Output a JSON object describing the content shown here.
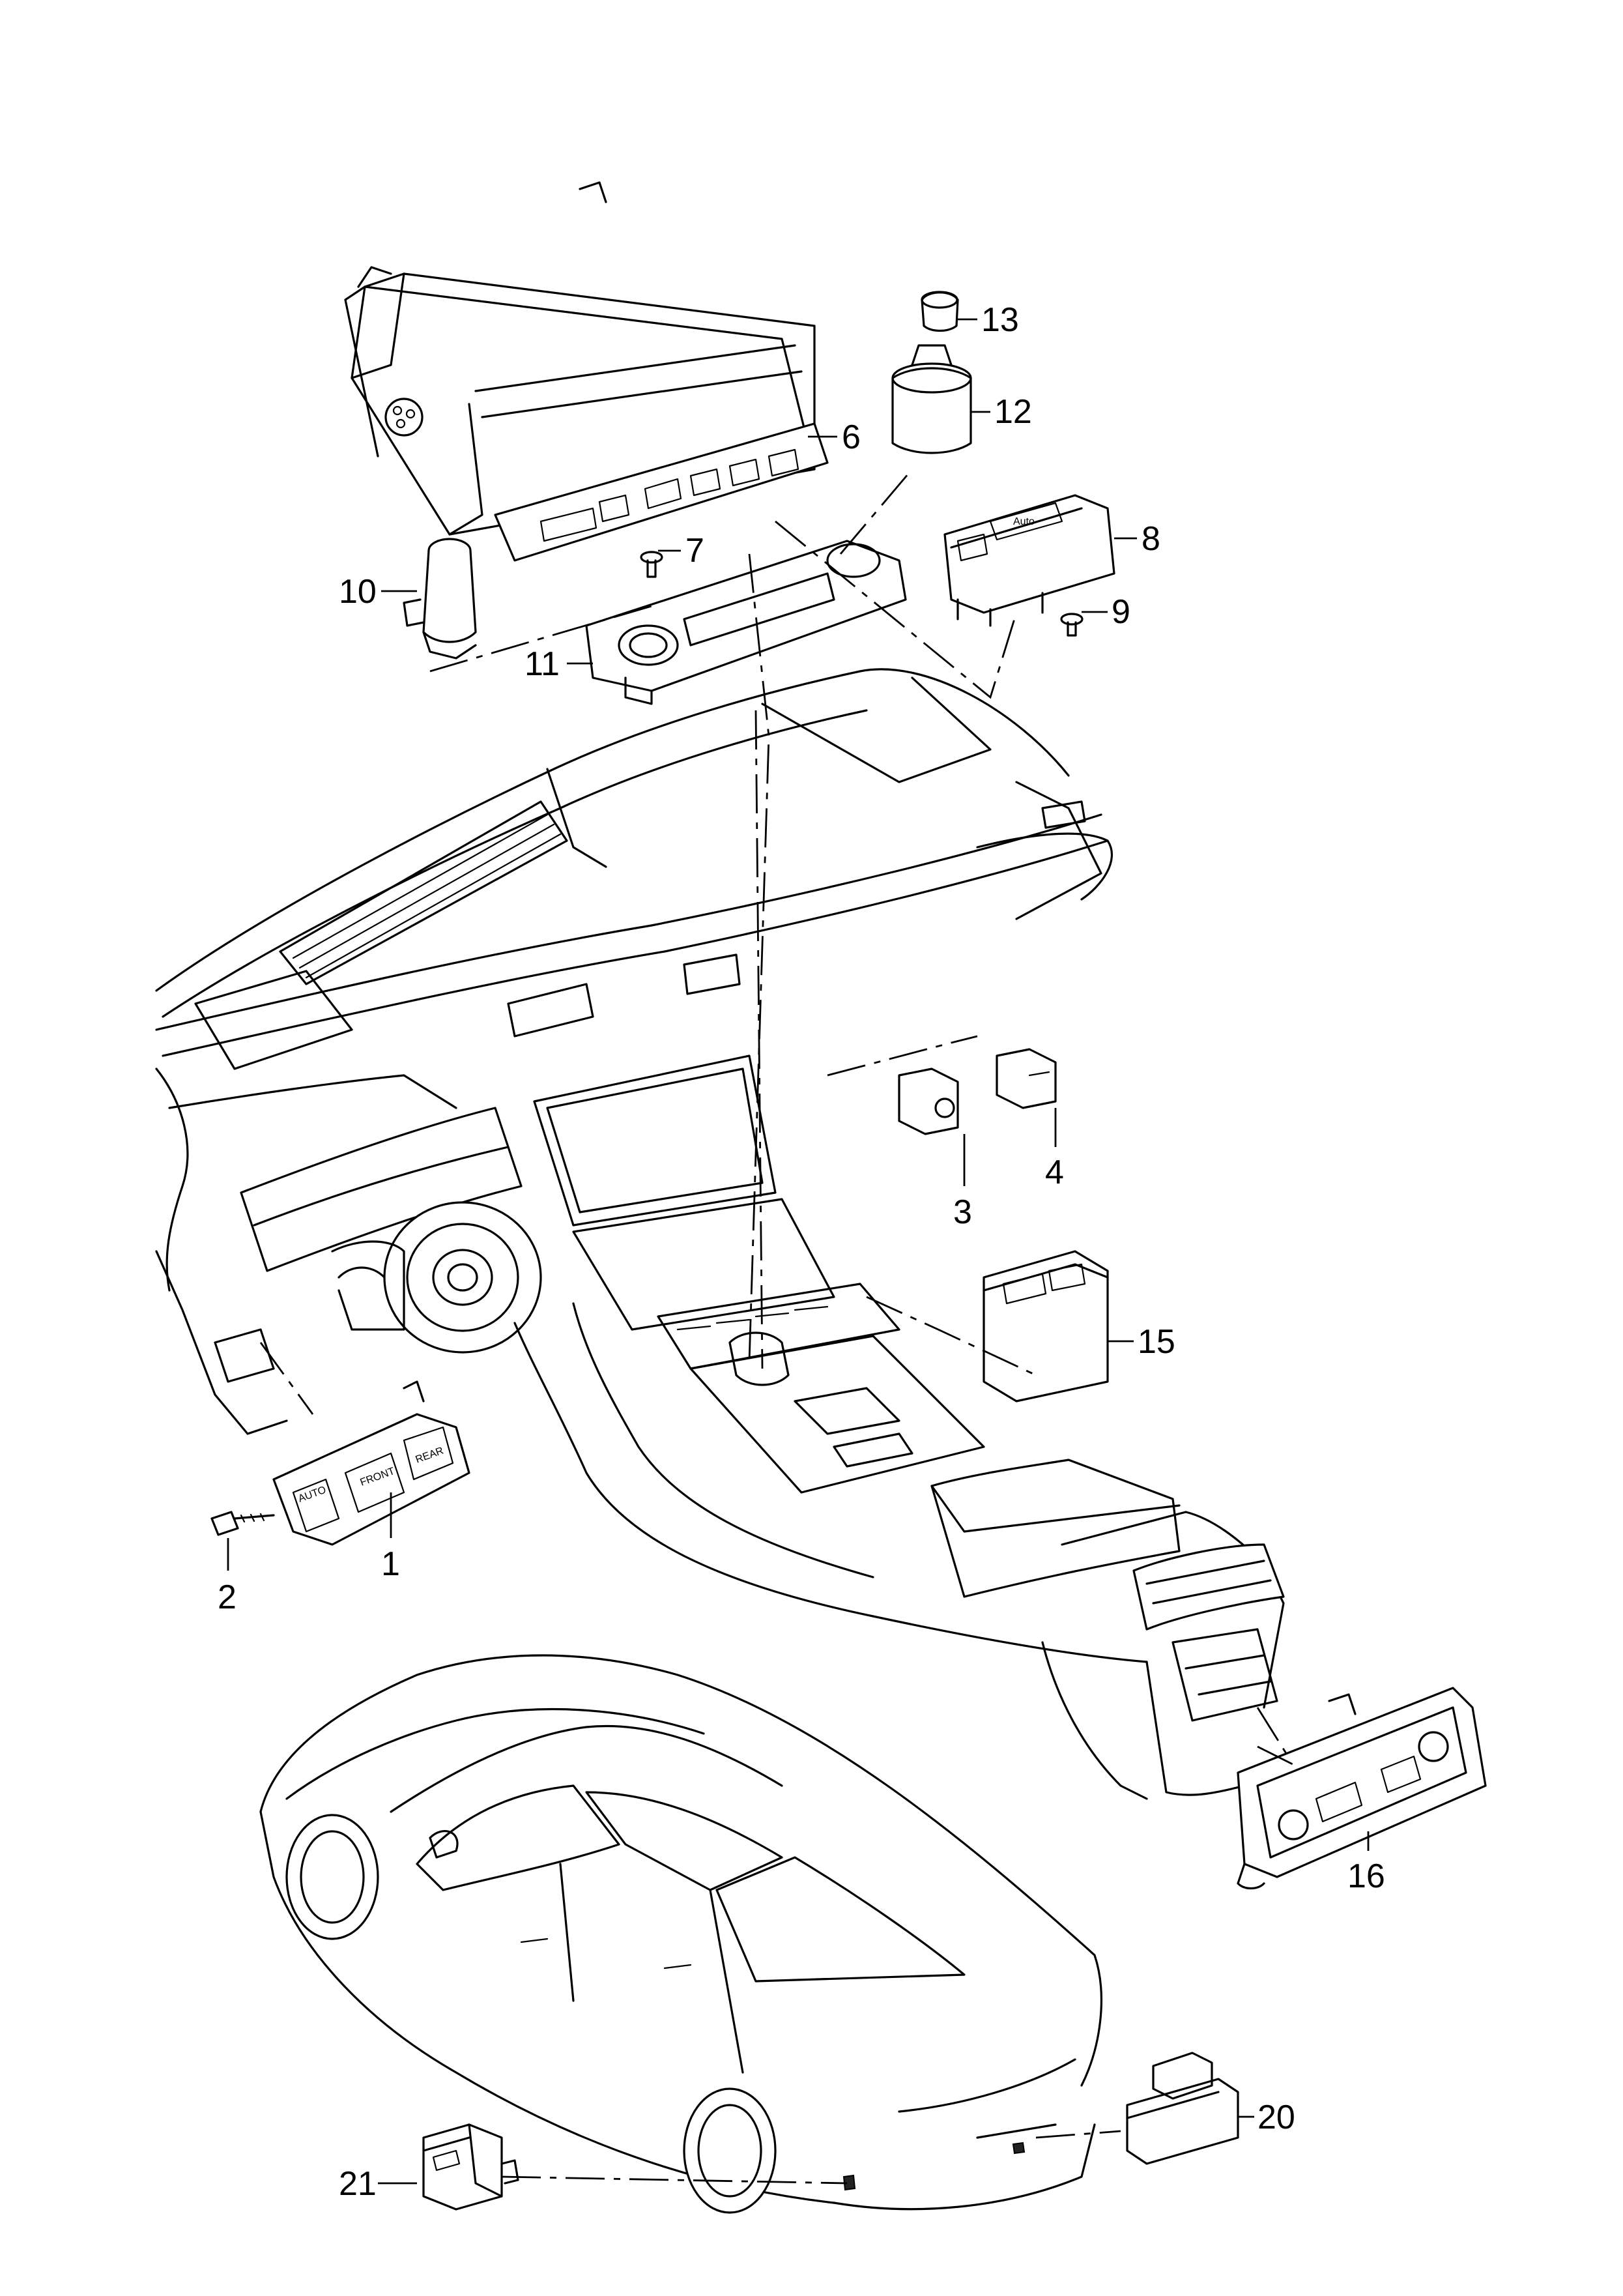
{
  "callouts": {
    "c1": "1",
    "c2": "2",
    "c3": "3",
    "c4": "4",
    "c6": "6",
    "c7": "7",
    "c8": "8",
    "c9": "9",
    "c10": "10",
    "c11": "11",
    "c12": "12",
    "c13": "13",
    "c15": "15",
    "c16": "16",
    "c20": "20",
    "c21": "21"
  },
  "part_labels": {
    "switch_auto": "AUTO",
    "switch_front": "FRONT",
    "switch_rear": "REAR",
    "switch_auto2": "Auto"
  }
}
